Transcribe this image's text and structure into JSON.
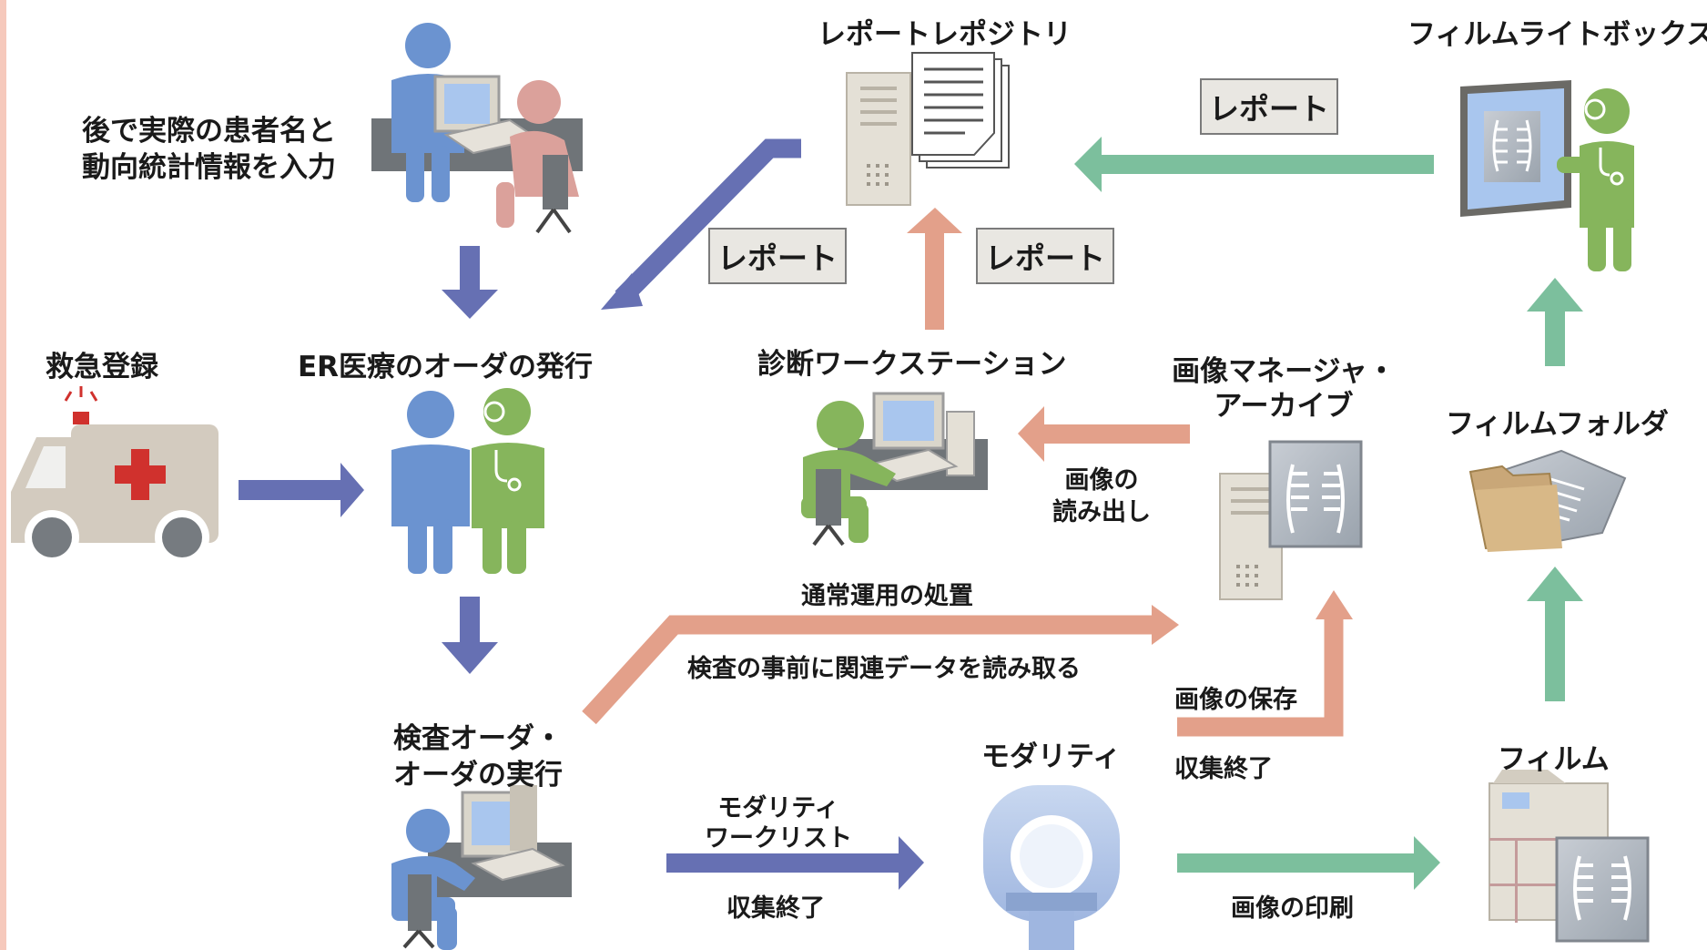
{
  "labels": {
    "report_repository": "レポートレポジトリ",
    "film_lightbox": "フィルムライトボックス",
    "later_entry_line1": "後で実際の患者名と",
    "later_entry_line2": "動向統計情報を入力",
    "emergency_registration": "救急登録",
    "er_order": "ER医療のオーダの発行",
    "diagnostic_workstation": "診断ワークステーション",
    "image_manager_line1": "画像マネージャ・",
    "image_manager_line2": "アーカイブ",
    "film_folder": "フィルムフォルダ",
    "image_readout_line1": "画像の",
    "image_readout_line2": "読み出し",
    "normal_procedure": "通常運用の処置",
    "prefetch": "検査の事前に関連データを読み取る",
    "exam_order_line1": "検査オーダ・",
    "exam_order_line2": "オーダの実行",
    "modality": "モダリティ",
    "image_storage": "画像の保存",
    "acquisition_complete_right": "収集終了",
    "film": "フィルム",
    "modality_worklist_line1": "モダリティ",
    "modality_worklist_line2": "ワークリスト",
    "acquisition_complete_left": "収集終了",
    "image_print": "画像の印刷"
  },
  "badges": {
    "report_top_right": "レポート",
    "report_mid_left": "レポート",
    "report_mid_right": "レポート"
  },
  "colors": {
    "flow_blue": "#6670b3",
    "flow_salmon": "#e3a08a",
    "flow_green": "#7cbf9d",
    "person_blue": "#6b93d0",
    "person_pink": "#dba19b",
    "person_green": "#86b55c",
    "equipment_gray": "#e4e0d6",
    "ambulance_cross": "#d0312d"
  },
  "icons": {
    "ambulance": "ambulance-icon",
    "registration_clerk": "clerk-at-computer-icon",
    "er_doctors": "patient-and-doctor-icon",
    "exam_technologist": "technologist-at-computer-icon",
    "report_server": "report-server-icon",
    "workstation": "radiologist-workstation-icon",
    "archive": "image-archive-icon",
    "ct_scanner": "ct-scanner-icon",
    "lightbox": "film-lightbox-icon",
    "folder": "film-folder-icon",
    "printer": "film-printer-icon"
  }
}
